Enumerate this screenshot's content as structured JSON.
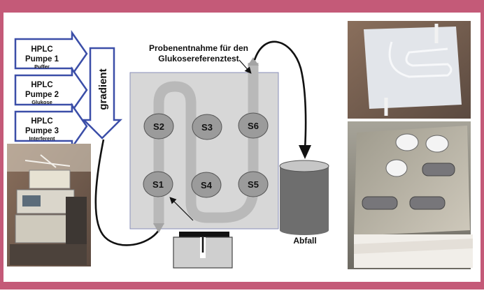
{
  "colors": {
    "frame": "#c45a78",
    "arrow_outline": "#3b4ea8",
    "arrow_fill": "#ffffff",
    "chip_background": "#d7d7d7",
    "channel": "#b9b9b9",
    "channel_edge": "#a4a4a4",
    "sensor_fill": "#9b9b9b",
    "cylinder_body": "#6e6e6e",
    "cylinder_top": "#c6c6c6",
    "text": "#111111"
  },
  "pumps": [
    {
      "line1": "HPLC",
      "line2": "Pumpe 1",
      "sub": "Puffer"
    },
    {
      "line1": "HPLC",
      "line2": "Pumpe 2",
      "sub": "Glukose"
    },
    {
      "line1": "HPLC",
      "line2": "Pumpe 3",
      "sub": "Interferent"
    }
  ],
  "gradient_label": "gradient",
  "sampling_label": {
    "line1": "Probenentnahme für den",
    "line2": "Glukosereferenztest"
  },
  "sensors": [
    "S1",
    "S2",
    "S3",
    "S4",
    "S5",
    "S6"
  ],
  "waste_label": "Abfall"
}
